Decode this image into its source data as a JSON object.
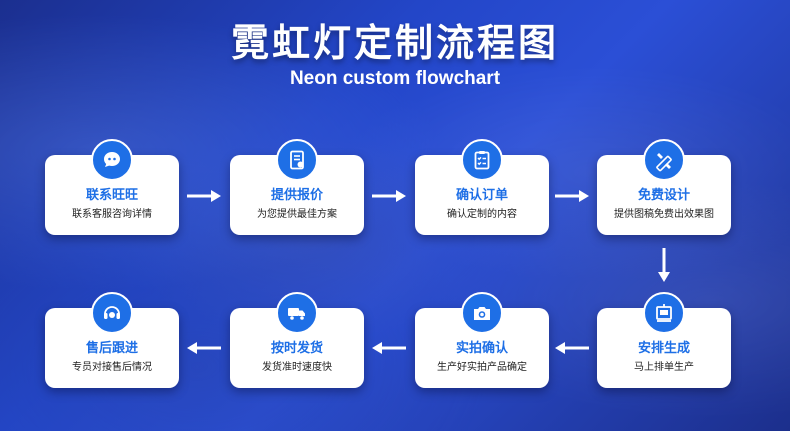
{
  "header": {
    "title": "霓虹灯定制流程图",
    "subtitle": "Neon custom flowchart"
  },
  "steps": [
    {
      "title": "联系旺旺",
      "desc": "联系客服咨询详情",
      "icon": "chat-bubble-icon"
    },
    {
      "title": "提供报价",
      "desc": "为您提供最佳方案",
      "icon": "price-document-icon"
    },
    {
      "title": "确认订单",
      "desc": "确认定制的内容",
      "icon": "clipboard-checklist-icon"
    },
    {
      "title": "免费设计",
      "desc": "提供图稿免费出效果图",
      "icon": "pencil-ruler-icon"
    },
    {
      "title": "安排生成",
      "desc": "马上排单生产",
      "icon": "machine-icon"
    },
    {
      "title": "实拍确认",
      "desc": "生产好实拍产品确定",
      "icon": "camera-icon"
    },
    {
      "title": "按时发货",
      "desc": "发货准时速度快",
      "icon": "delivery-truck-icon"
    },
    {
      "title": "售后跟进",
      "desc": "专员对接售后情况",
      "icon": "headset-support-icon"
    }
  ],
  "colors": {
    "accent": "#1e6fe6",
    "arrow": "#ffffff",
    "card": "#ffffff"
  }
}
